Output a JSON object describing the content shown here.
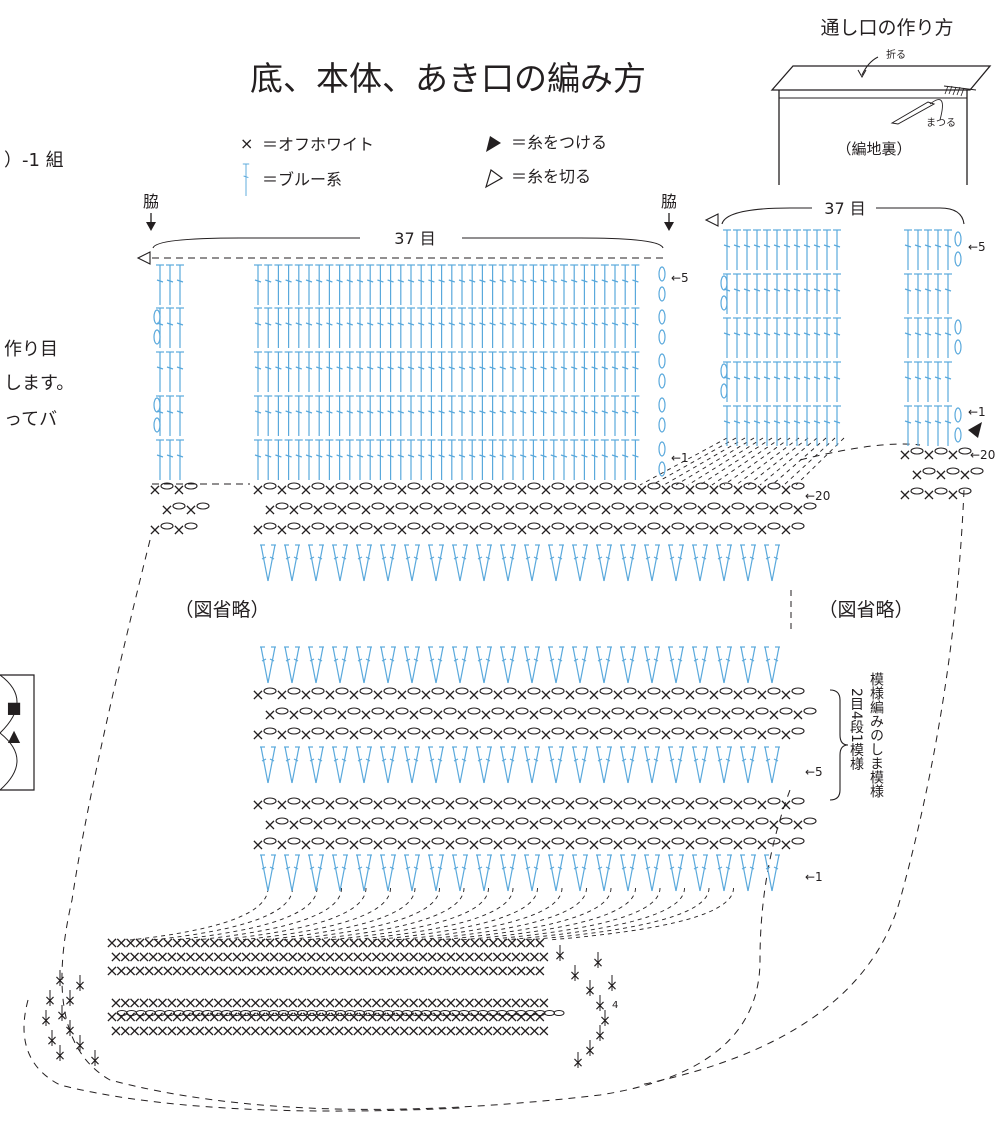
{
  "title": "底、本体、あき口の編み方",
  "cord_title": "通し口の作り方",
  "cord_fold": "折る",
  "cord_stitch": "まつる",
  "cord_reverse": "（編地裏）",
  "left_clip": {
    "line1": "）-1 組",
    "line2": "作り目",
    "line3": "します。",
    "line4": "ってバ",
    "sym1": "■",
    "sym2": "▲"
  },
  "legend": {
    "x_mark": "×",
    "x_text": "＝オフホワイト",
    "t_text": "＝ブルー系",
    "join_text": "＝糸をつける",
    "cut_text": "＝糸を切る"
  },
  "side_label": "脇",
  "count_37": "37 目",
  "rows": {
    "r5": "←5",
    "r1": "←1",
    "r20": "←20"
  },
  "omitted": "（図省略）",
  "pattern_note1": "模様編みのしま模様",
  "pattern_note2": "2目4段1模様",
  "bottom_round4": "4",
  "colors": {
    "blue": "#5aa9dc",
    "ink": "#231f20"
  }
}
